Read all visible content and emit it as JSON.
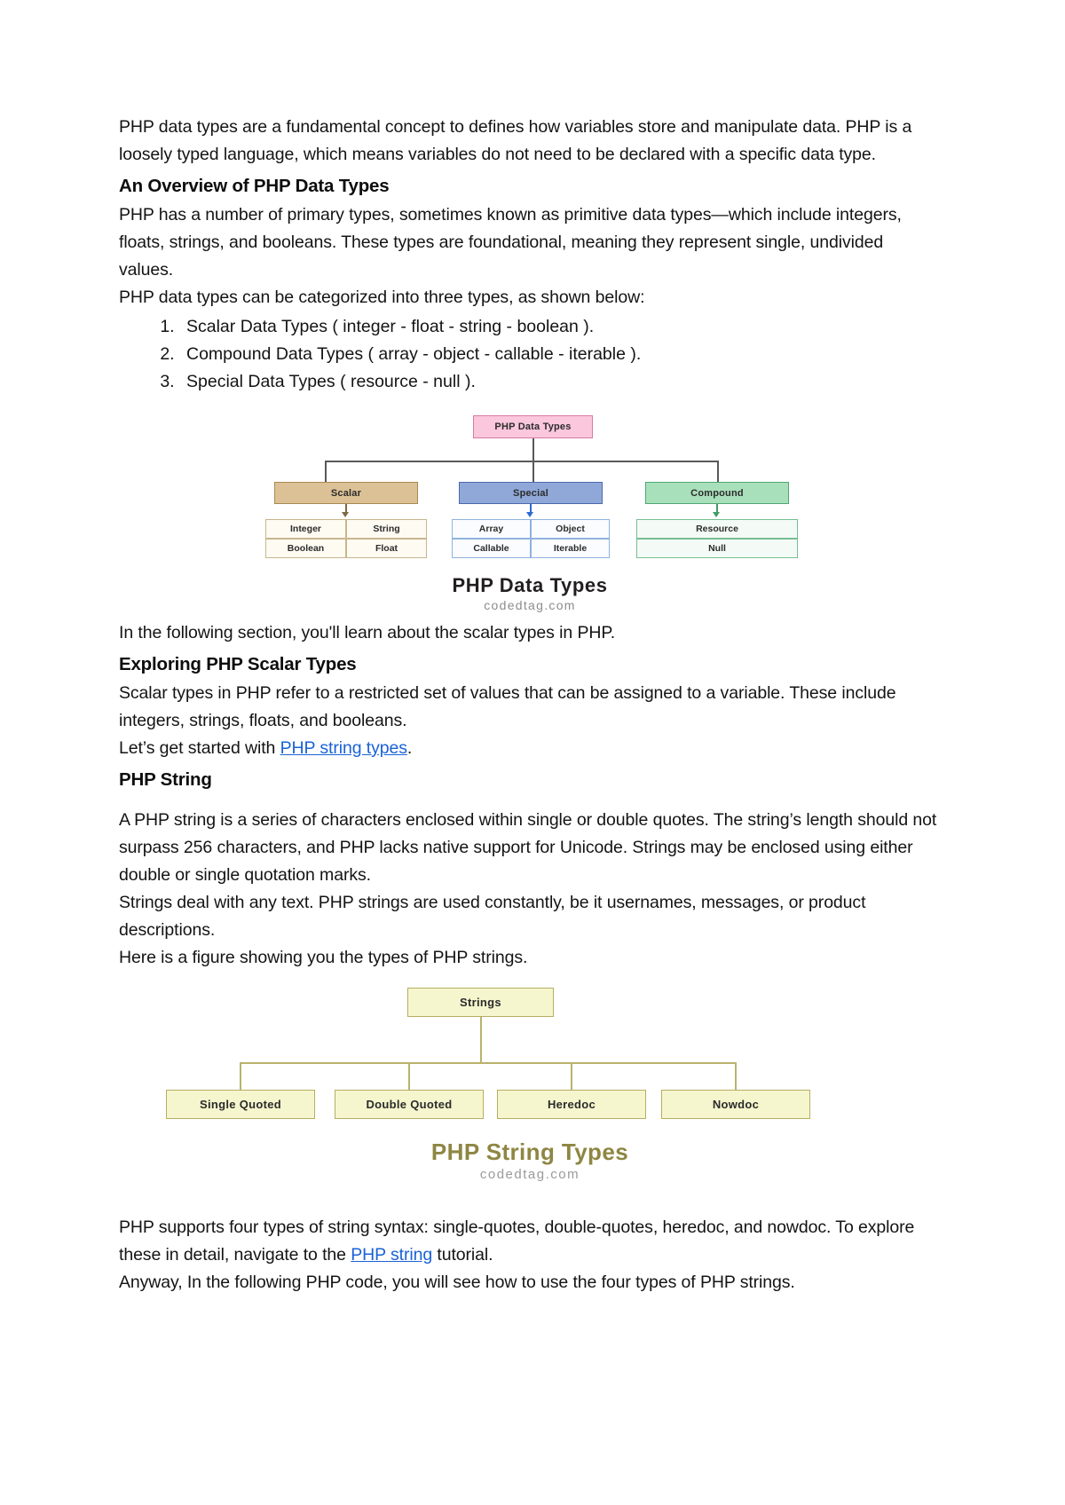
{
  "document": {
    "intro_paragraph": "PHP data types are a fundamental concept to defines how variables store and manipulate data. PHP is a loosely typed language, which means variables do not need to be declared with a specific data type.",
    "section_overview_heading": "An Overview of PHP Data Types",
    "overview_paragraph": "PHP has a number of primary types, sometimes known as primitive data types—which include integers, floats, strings, and booleans. These types are foundational, meaning they represent single, undivided values.",
    "categorized_lead": "PHP data types can be categorized into three types, as shown below:",
    "numbered_list": [
      "Scalar Data Types (  integer - float - string - boolean  ).",
      "Compound Data Types ( array - object -  callable - iterable ).",
      "Special Data Types ( resource - null )."
    ],
    "after_figure1_paragraph": "In the following section, you'll learn about the scalar types in PHP.",
    "section_scalar_heading": "Exploring PHP Scalar Types",
    "scalar_paragraph": "Scalar types in PHP refer to a restricted set of values that can be assigned to a variable. These include integers, strings, floats, and booleans.",
    "lets_get_started_prefix": "Let’s get started with ",
    "lets_get_started_link": "PHP string types",
    "lets_get_started_suffix": ".",
    "section_string_heading": "PHP String",
    "string_paragraph_1": "A PHP string is a series of characters enclosed within single or double quotes. The string’s length should not surpass 256 characters, and PHP lacks native support for Unicode. Strings may be enclosed using either double or single quotation marks.",
    "string_paragraph_2": "Strings deal with any text. PHP strings are used constantly, be it usernames, messages, or product descriptions.",
    "string_paragraph_3": "Here is a figure showing you the types of PHP strings.",
    "after_figure2_prefix": "PHP supports four types of string syntax: single-quotes, double-quotes, heredoc, and nowdoc. To explore these in detail, navigate to the ",
    "after_figure2_link": "PHP string",
    "after_figure2_suffix": " tutorial.",
    "closing_paragraph": "Anyway, In the following PHP code, you will see how to use the four types of PHP strings."
  },
  "figure1": {
    "root": "PHP Data Types",
    "branches": [
      {
        "label": "Scalar",
        "color": "#dcc196",
        "leaves": [
          "Integer",
          "String",
          "Boolean",
          "Float"
        ]
      },
      {
        "label": "Special",
        "color": "#8fa8d8",
        "leaves": [
          "Array",
          "Object",
          "Callable",
          "Iterable"
        ]
      },
      {
        "label": "Compound",
        "color": "#a9e0bc",
        "leaves": [
          "Resource",
          "Null"
        ]
      }
    ],
    "caption_title": "PHP Data Types",
    "caption_source": "codedtag.com"
  },
  "figure2": {
    "root": "Strings",
    "children": [
      "Single Quoted",
      "Double Quoted",
      "Heredoc",
      "Nowdoc"
    ],
    "caption_title": "PHP String Types",
    "caption_source": "codedtag.com",
    "node_color": "#f6f6ce",
    "caption_color": "#8e8642"
  }
}
